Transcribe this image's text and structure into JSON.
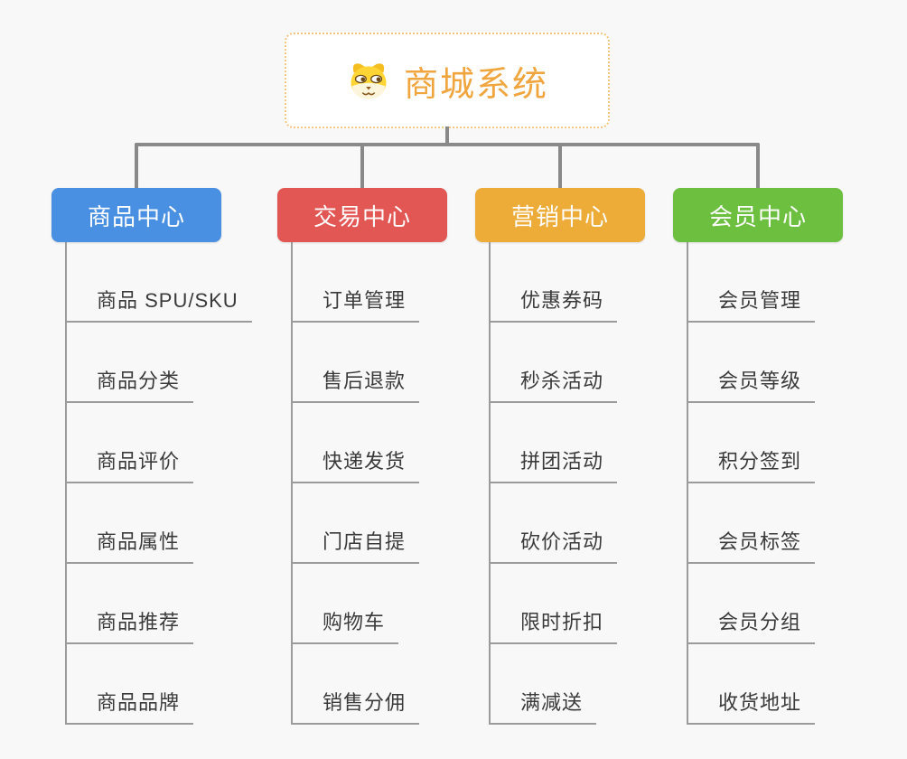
{
  "root": {
    "title": "商城系统",
    "icon": "shiba-dog-icon",
    "title_color": "#f0a53e",
    "border_color": "#f3c67f"
  },
  "connector_color": "#898989",
  "subline_color": "#9b9b9b",
  "background_color": "#f8f8f8",
  "branches": [
    {
      "label": "商品中心",
      "color": "#4a90e2",
      "items": [
        "商品 SPU/SKU",
        "商品分类",
        "商品评价",
        "商品属性",
        "商品推荐",
        "商品品牌"
      ]
    },
    {
      "label": "交易中心",
      "color": "#e25754",
      "items": [
        "订单管理",
        "售后退款",
        "快递发货",
        "门店自提",
        "购物车",
        "销售分佣"
      ]
    },
    {
      "label": "营销中心",
      "color": "#edab37",
      "items": [
        "优惠券码",
        "秒杀活动",
        "拼团活动",
        "砍价活动",
        "限时折扣",
        "满减送"
      ]
    },
    {
      "label": "会员中心",
      "color": "#6dbf40",
      "items": [
        "会员管理",
        "会员等级",
        "积分签到",
        "会员标签",
        "会员分组",
        "收货地址"
      ]
    }
  ]
}
